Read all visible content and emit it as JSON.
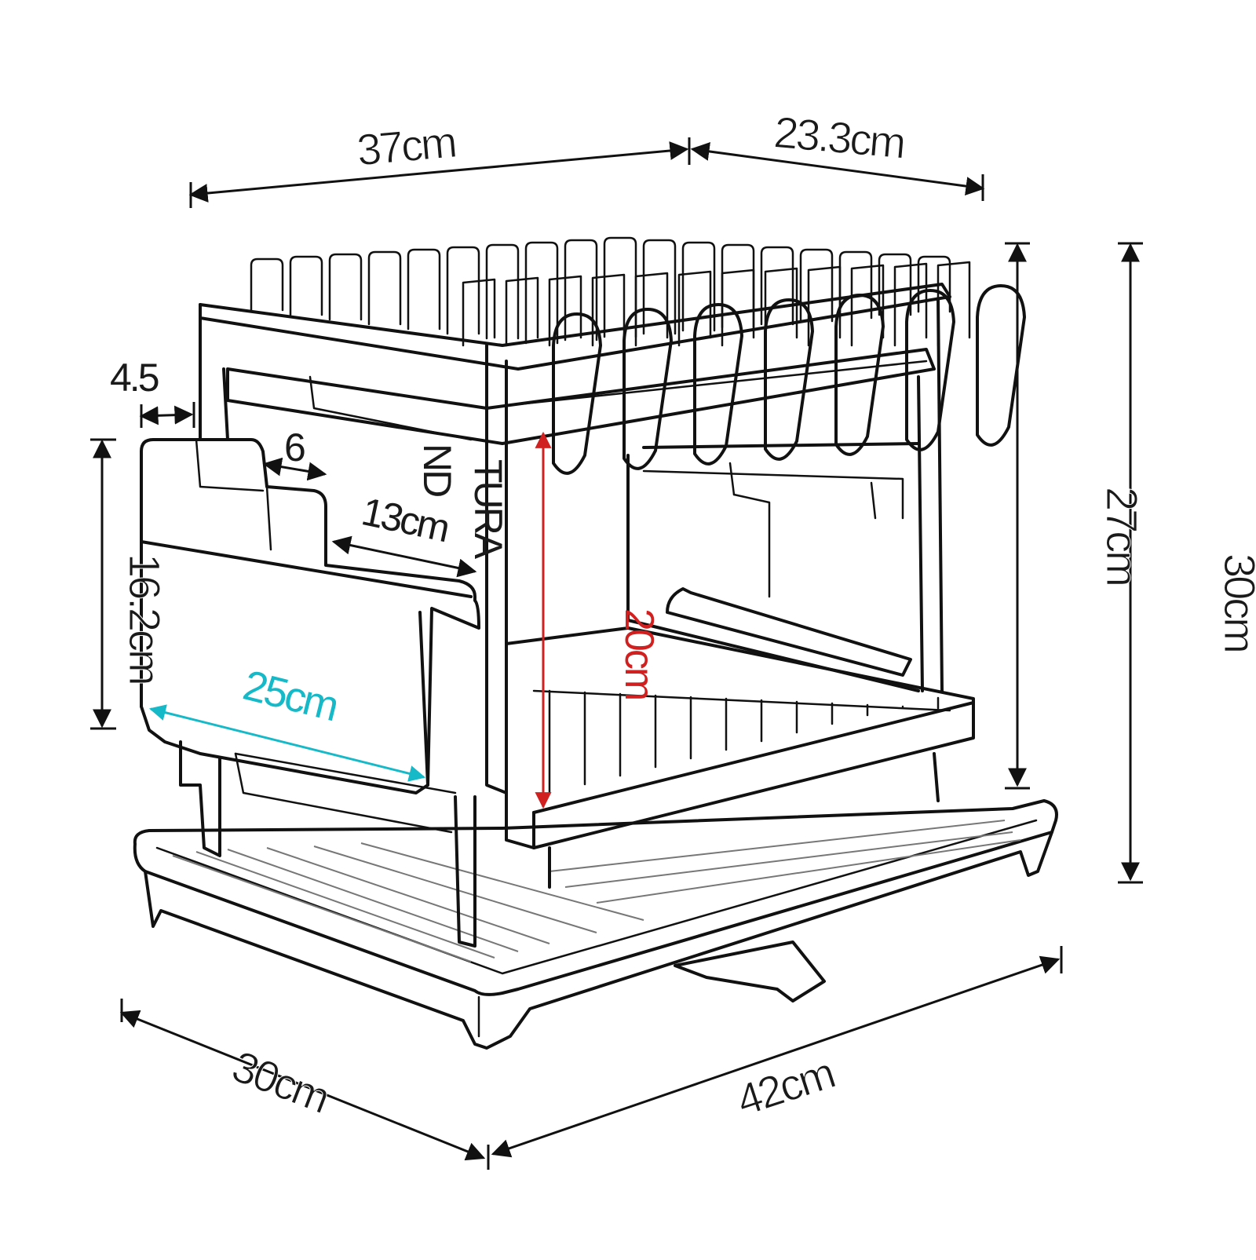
{
  "dimensions": {
    "top_left_width": "37cm",
    "top_right_depth": "23.3cm",
    "inner_height": "27cm",
    "total_height": "30cm",
    "bottom_depth": "30cm",
    "bottom_width": "42cm",
    "side_gap": "4.5",
    "holder_height": "16.2cm",
    "holder_step": "6",
    "holder_depth": "13cm",
    "cup_height": "20cm",
    "holder_width": "25cm"
  },
  "partial_text": {
    "line1": "TURA",
    "line2": "ND"
  },
  "colors": {
    "line": "#111111",
    "red_dimension": "#d12020",
    "cyan_dimension": "#16b9c8"
  }
}
